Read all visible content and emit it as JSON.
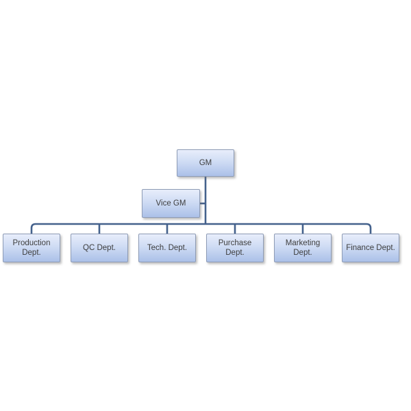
{
  "org_chart": {
    "background": "#ffffff",
    "colors": {
      "box_fill_top": "#e8eefb",
      "box_fill_bottom": "#abc0e8",
      "box_border": "#8d9bb5",
      "connector_line": "#44618c",
      "text": "#3d3d3d"
    },
    "nodes": {
      "gm": {
        "label": "GM"
      },
      "vice_gm": {
        "label": "Vice GM"
      },
      "production": {
        "label": "Production\nDept."
      },
      "qc": {
        "label": "QC Dept."
      },
      "tech": {
        "label": "Tech. Dept."
      },
      "purchase": {
        "label": "Purchase\nDept."
      },
      "marketing": {
        "label": "Marketing\nDept."
      },
      "finance": {
        "label": "Finance Dept."
      }
    },
    "edges": [
      {
        "from": "GM",
        "to": "Vice GM",
        "type": "assistant"
      },
      {
        "from": "GM",
        "to": "Production Dept.",
        "type": "reports"
      },
      {
        "from": "GM",
        "to": "QC Dept.",
        "type": "reports"
      },
      {
        "from": "GM",
        "to": "Tech. Dept.",
        "type": "reports"
      },
      {
        "from": "GM",
        "to": "Purchase Dept.",
        "type": "reports"
      },
      {
        "from": "GM",
        "to": "Marketing Dept.",
        "type": "reports"
      },
      {
        "from": "GM",
        "to": "Finance Dept.",
        "type": "reports"
      }
    ]
  }
}
